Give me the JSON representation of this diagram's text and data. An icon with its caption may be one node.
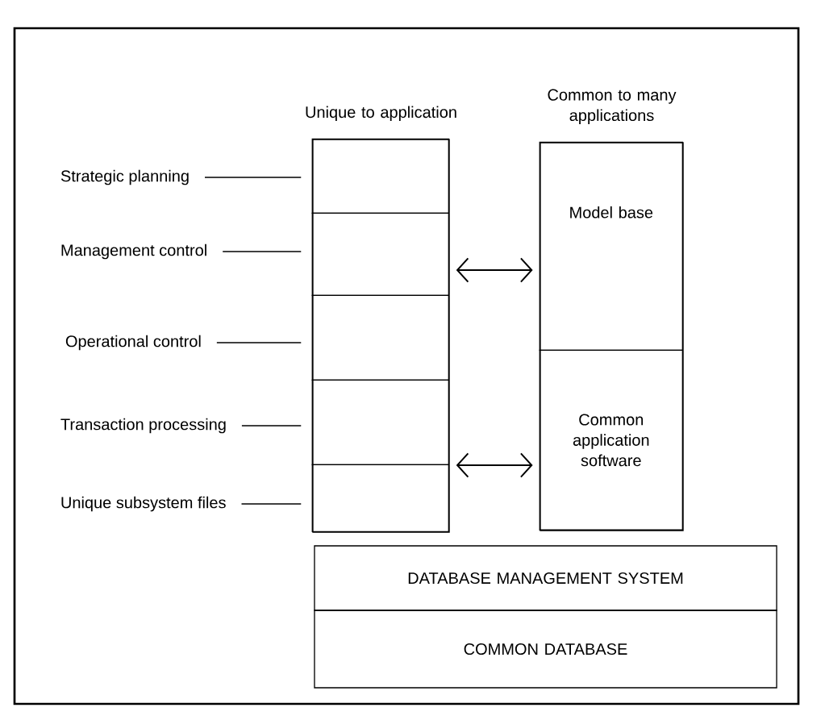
{
  "diagram": {
    "nodes": [
      {
        "text": [
          "Unique to application"
        ]
      },
      {
        "text": [],
        "shape": "box",
        "in": 0
      },
      {
        "text": [],
        "shape": "box",
        "in": 0
      },
      {
        "text": [],
        "shape": "box",
        "in": 0
      },
      {
        "text": [],
        "shape": "box",
        "in": 0
      },
      {
        "text": [],
        "shape": "box",
        "in": 0
      },
      {
        "text": [
          "Common to many applications"
        ]
      },
      {
        "text": [
          "Model base"
        ],
        "in": 6
      },
      {
        "text": [
          "Common application software"
        ],
        "in": 6
      },
      {
        "text": [
          "DATABASE MANAGEMENT SYSTEM"
        ]
      },
      {
        "text": [
          "COMMON DATABASE"
        ]
      },
      {
        "text": [
          "Strategic planning"
        ]
      },
      {
        "text": [
          "Management control"
        ]
      },
      {
        "text": [
          "Operational control"
        ]
      },
      {
        "text": [
          "Transaction processing"
        ]
      },
      {
        "text": [
          "Unique subsystem files"
        ]
      }
    ],
    "edges": [
      {
        "from": 11,
        "to": 1,
        "arrow": "none"
      },
      {
        "from": 12,
        "to": 2,
        "arrow": "none"
      },
      {
        "from": 13,
        "to": 3,
        "arrow": "none"
      },
      {
        "from": 14,
        "to": 4,
        "arrow": "none"
      },
      {
        "from": 15,
        "to": 5,
        "arrow": "none"
      },
      {
        "from": 0,
        "to": 7,
        "arrow": "both"
      },
      {
        "from": 0,
        "to": 8,
        "arrow": "both"
      }
    ]
  }
}
